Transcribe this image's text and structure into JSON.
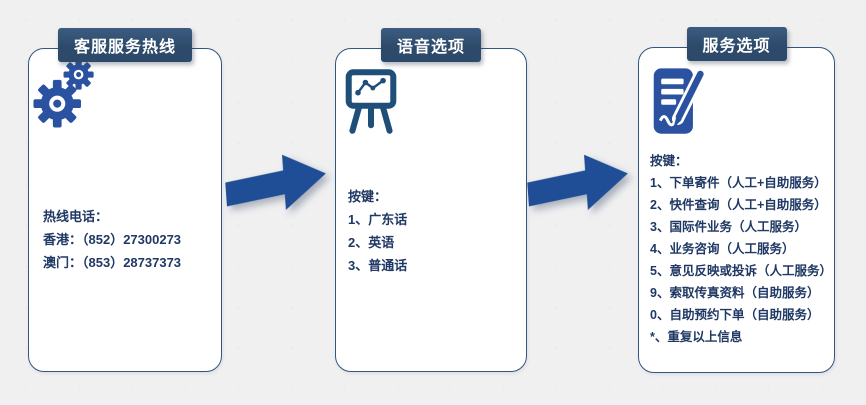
{
  "colors": {
    "background": "#f0f0f1",
    "card_bg": "#ffffff",
    "card_border": "#33567e",
    "tab_bg": "#2d4a6b",
    "tab_text": "#ffffff",
    "body_text": "#1f3864",
    "icon_blue": "#2b52a0",
    "easel_blue": "#1f4e79",
    "arrow_blue": "#1f4e96"
  },
  "panels": [
    {
      "title": "客服服务热线",
      "icon": "gears-icon",
      "lines": [
        "热线电话：",
        "香港：（852）27300273",
        "澳门：（853）28737373"
      ]
    },
    {
      "title": "语音选项",
      "icon": "easel-chart-icon",
      "lines": [
        "按键：",
        "1、广东话",
        "2、英语",
        "3、普通话"
      ]
    },
    {
      "title": "服务选项",
      "icon": "document-pen-icon",
      "lines": [
        "按键：",
        "1、下单寄件（人工+自助服务）",
        "2、快件查询（人工+自助服务）",
        "3、国际件业务（人工服务）",
        "4、业务咨询（人工服务）",
        "5、意见反映或投诉（人工服务）",
        "9、索取传真资料（自助服务）",
        "0、自助预约下单（自助服务）",
        "*、重复以上信息"
      ]
    }
  ]
}
